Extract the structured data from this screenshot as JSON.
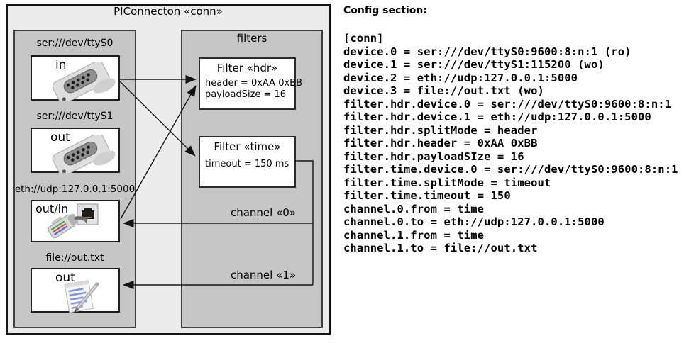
{
  "diagram": {
    "title": "PIConnecton «conn»",
    "devices": [
      {
        "label": "ser:///dev/ttyS0",
        "port": "in",
        "icon": "serial-db9-icon"
      },
      {
        "label": "ser:///dev/ttyS1",
        "port": "out",
        "icon": "serial-db9-icon"
      },
      {
        "label": "eth://udp:127.0.0.1:5000",
        "port": "out/in",
        "icon": "ethernet-jack-icon"
      },
      {
        "label": "file://out.txt",
        "port": "out",
        "icon": "notepad-pencil-icon"
      }
    ],
    "filters_panel_title": "filters",
    "filters": [
      {
        "title": "Filter «hdr»",
        "attrs": [
          "header = 0xAA 0xBB",
          "payloadSize = 16"
        ]
      },
      {
        "title": "Filter «time»",
        "attrs": [
          "timeout = 150 ms"
        ]
      }
    ],
    "channels": [
      {
        "label": "channel «0»"
      },
      {
        "label": "channel «1»"
      }
    ]
  },
  "config": {
    "heading": "Config section:",
    "lines": [
      "[conn]",
      "device.0 = ser:///dev/ttyS0:9600:8:n:1 (ro)",
      "device.1 = ser:///dev/ttyS1:115200 (wo)",
      "device.2 = eth://udp:127.0.0.1:5000",
      "device.3 = file://out.txt (wo)",
      "filter.hdr.device.0 = ser:///dev/ttyS0:9600:8:n:1",
      "filter.hdr.device.1 = eth://udp:127.0.0.1:5000",
      "filter.hdr.splitMode = header",
      "filter.hdr.header = 0xAA 0xBB",
      "filter.hdr.payloadSIze = 16",
      "filter.time.device.0 = ser:///dev/ttyS0:9600:8:n:1",
      "filter.time.splitMode = timeout",
      "filter.time.timeout = 150",
      "channel.0.from = time",
      "channel.0.to = eth://udp:127.0.0.1:5000",
      "channel.1.from = time",
      "channel.1.to = file://out.txt"
    ]
  },
  "colors": {
    "outer_background": "#ececec",
    "panel_background": "#c6c6c6",
    "box_background": "#ffffff",
    "line_color": "#141414",
    "text_color": "#000000"
  }
}
